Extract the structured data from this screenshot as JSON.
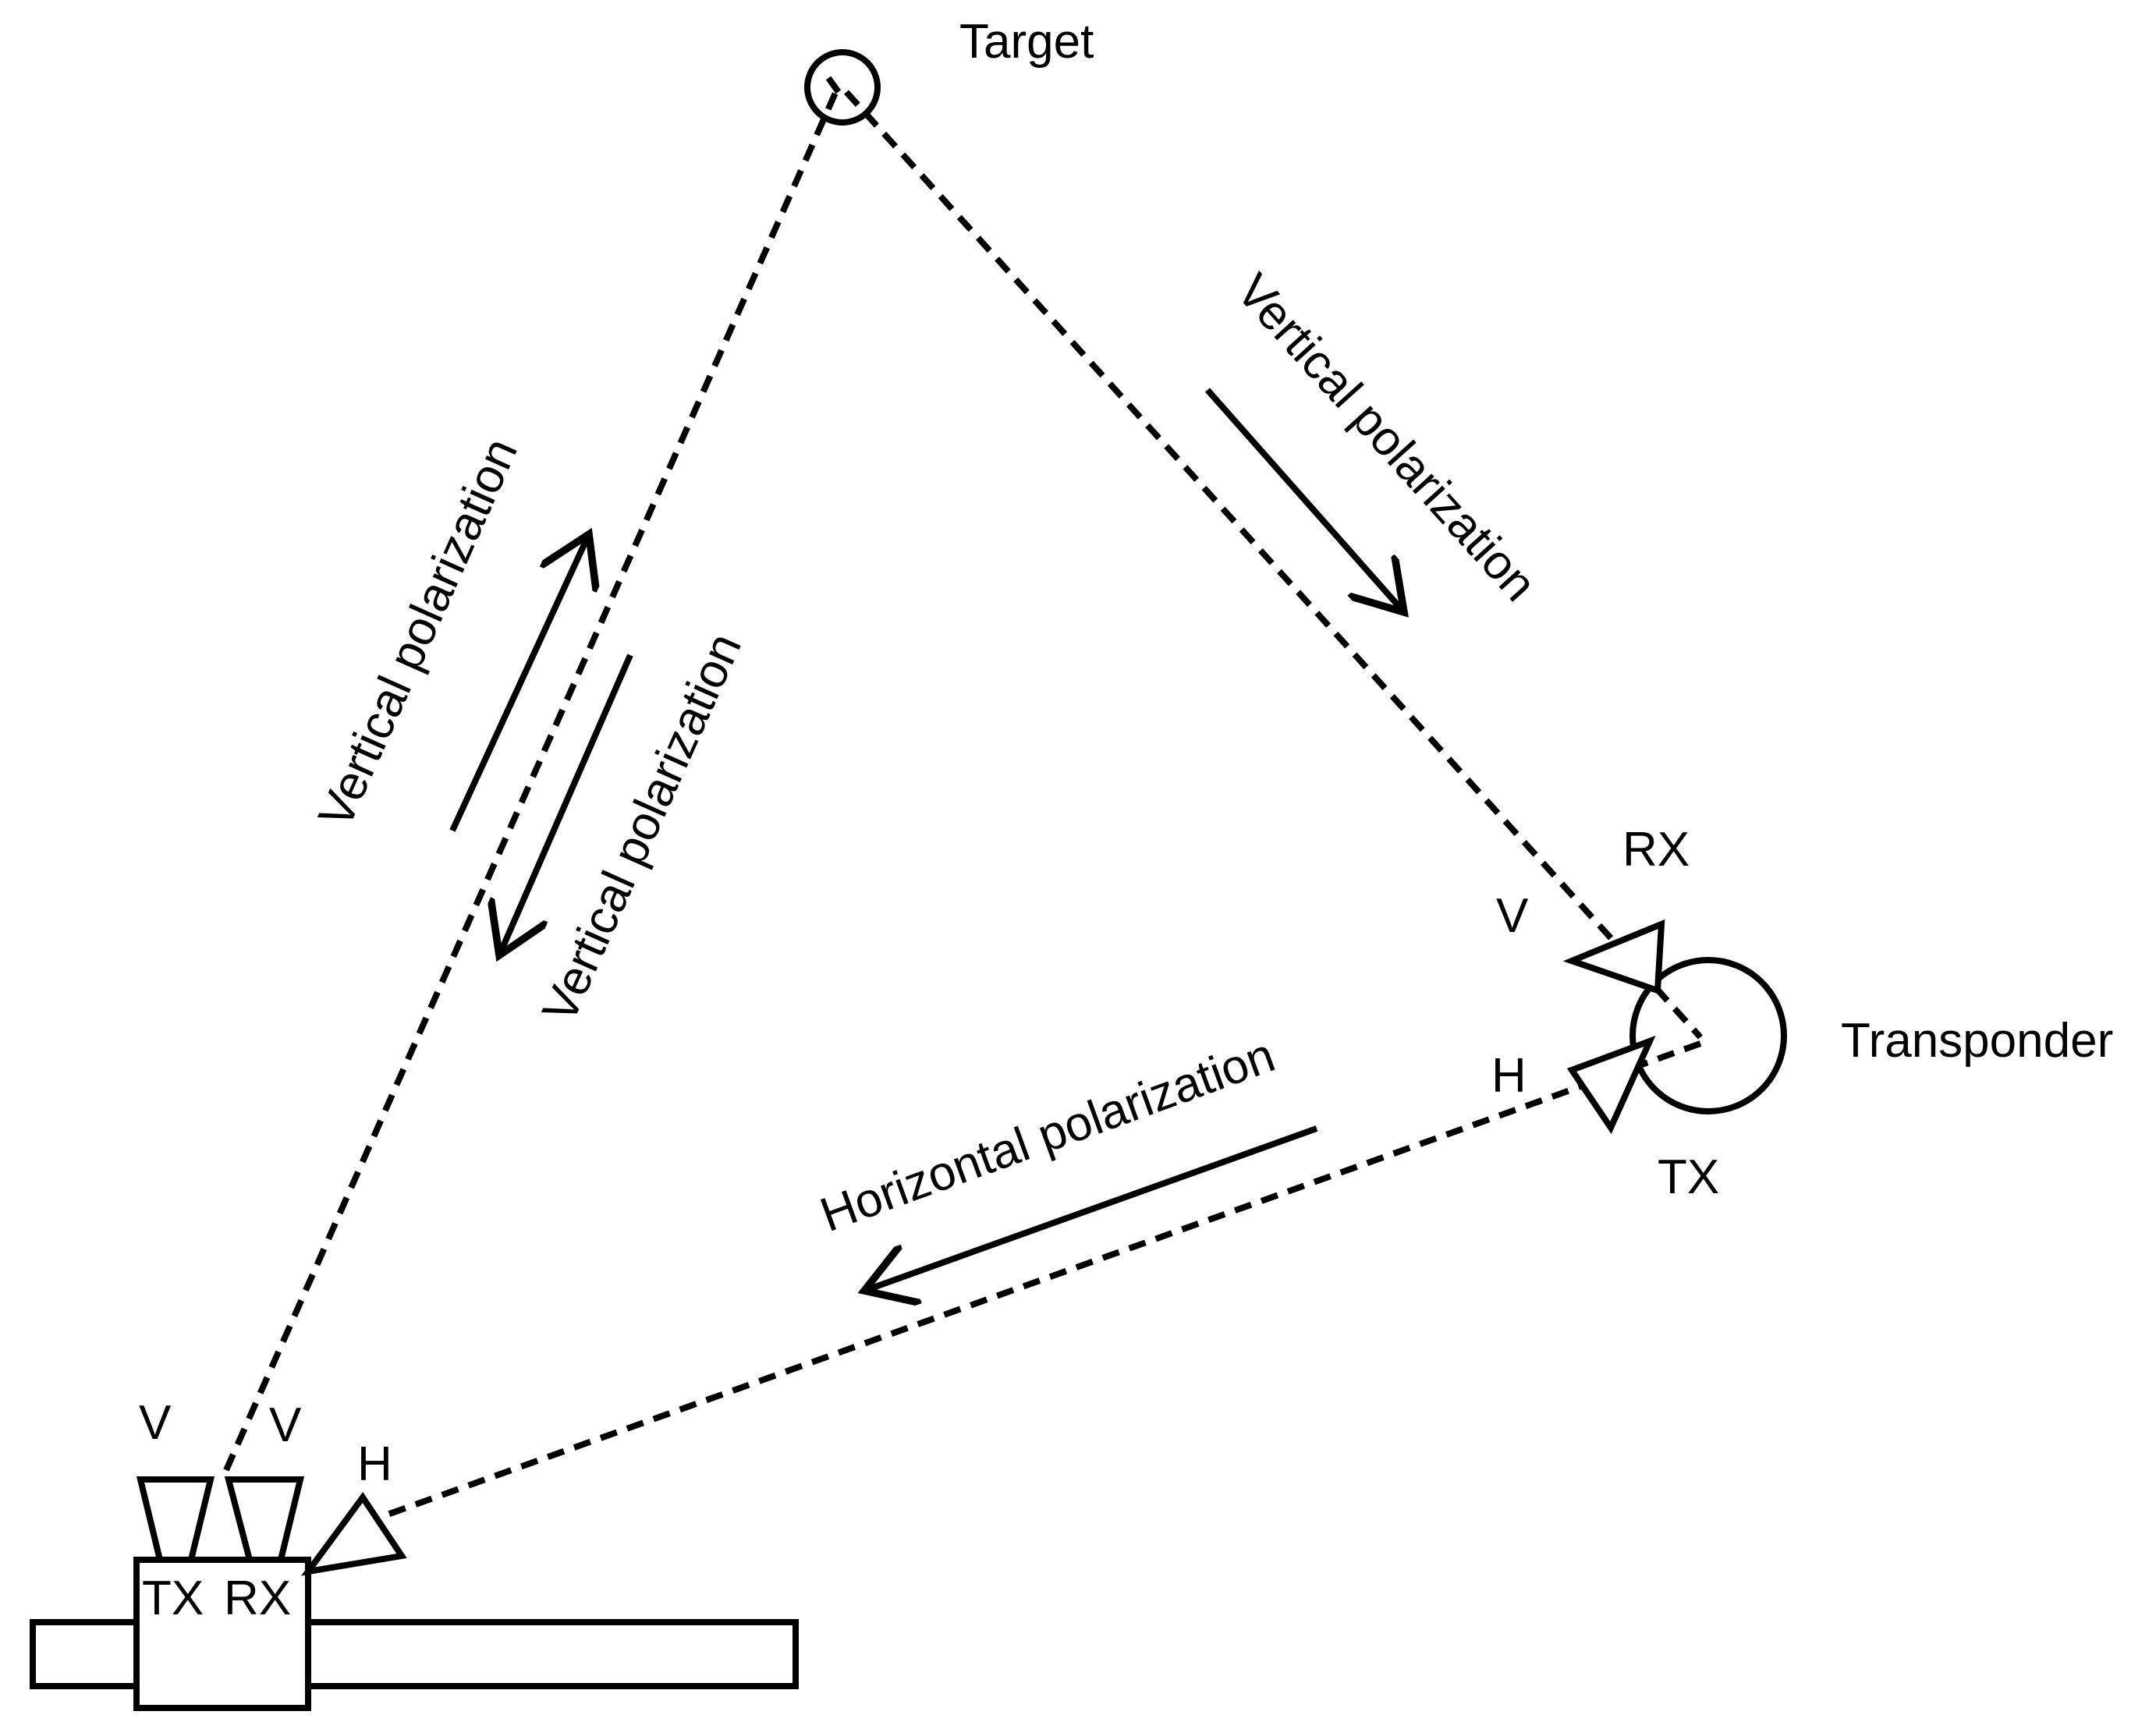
{
  "labels": {
    "target": "Target",
    "transponder": "Transponder",
    "transponder_rx": "RX",
    "transponder_tx": "TX",
    "transponder_v": "V",
    "transponder_h": "H",
    "radar_tx": "TX",
    "radar_rx": "RX",
    "radar_v1": "V",
    "radar_v2": "V",
    "radar_h": "H",
    "path_radar_to_target": "Vertical polarization",
    "path_target_to_radar": "Vertical polarization",
    "path_target_to_transponder": "Vertical polarization",
    "path_transponder_to_radar": "Horizontal polarization"
  },
  "icons": {
    "target": "circle-icon",
    "transponder": "circle-icon",
    "antenna": "horn-antenna-icon",
    "direction": "arrow-icon"
  },
  "colors": {
    "stroke": "#000000",
    "background": "#ffffff"
  }
}
